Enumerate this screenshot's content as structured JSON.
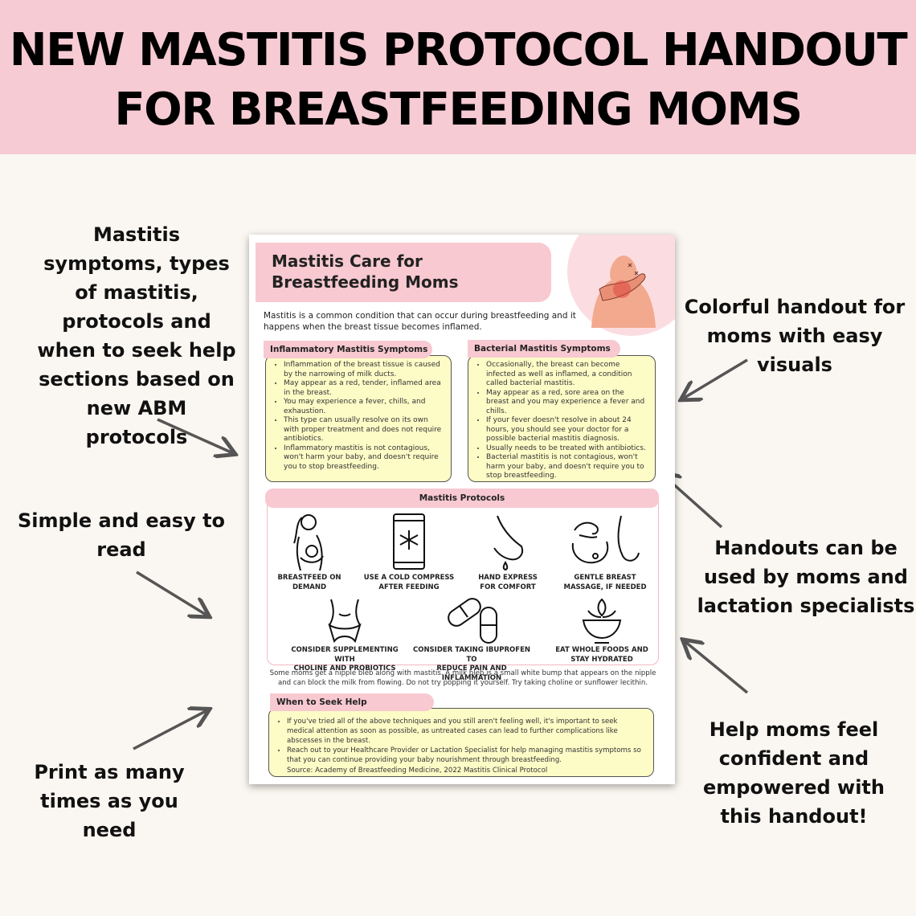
{
  "banner": {
    "line1": "NEW MASTITIS PROTOCOL HANDOUT",
    "line2": "FOR BREASTFEEDING MOMS"
  },
  "callouts": {
    "left_top": "Mastitis\nsymptoms, types\nof mastitis,\nprotocols and\nwhen to seek help\nsections based on\nnew ABM\nprotocols",
    "left_middle": "Simple and easy to\nread",
    "left_bottom": "Print as many\ntimes as you\nneed",
    "right_top": "Colorful handout for\nmoms with easy\nvisuals",
    "right_middle": "Handouts can be\nused by moms and\nlactation specialists",
    "right_bottom": "Help moms feel\nconfident and\nempowered with\nthis handout!"
  },
  "handout": {
    "title_line1": "Mastitis Care for",
    "title_line2": "Breastfeeding Moms",
    "intro": "Mastitis is a common condition that can occur during breastfeeding and it happens when the breast tissue becomes inflamed.",
    "inflammatory": {
      "label": "Inflammatory Mastitis Symptoms",
      "items": [
        "Inflammation of the breast tissue is caused by the narrowing of milk ducts.",
        "May appear as a red, tender, inflamed area in the breast.",
        "You may experience a fever, chills, and exhaustion.",
        "This type can usually resolve on its own with proper treatment and does not require antibiotics.",
        "Inflammatory mastitis is not contagious, won't harm your baby, and doesn't require you to stop breastfeeding."
      ]
    },
    "bacterial": {
      "label": "Bacterial Mastitis Symptoms",
      "items": [
        "Occasionally, the breast can become infected as well as inflamed, a condition called bacterial mastitis.",
        "May appear as a red, sore area on the breast and you may experience a fever and chills.",
        "If your fever doesn't resolve in about 24 hours, you should see your doctor for a possible bacterial mastitis diagnosis.",
        "Usually needs to be treated with antibiotics.",
        "Bacterial mastitis is not contagious, won't harm your baby, and doesn't require you to stop breastfeeding."
      ]
    },
    "protocols": {
      "label": "Mastitis Protocols",
      "items": [
        {
          "caption": "BREASTFEED ON\nDEMAND",
          "icon": "breastfeeding-mother-icon"
        },
        {
          "caption": "USE A COLD COMPRESS\nAFTER FEEDING",
          "icon": "cold-compress-icon"
        },
        {
          "caption": "HAND EXPRESS\nFOR COMFORT",
          "icon": "hand-express-icon"
        },
        {
          "caption": "GENTLE BREAST\nMASSAGE, IF NEEDED",
          "icon": "breast-massage-icon"
        },
        {
          "caption": "CONSIDER SUPPLEMENTING WITH\nCHOLINE AND PROBIOTICS",
          "icon": "gut-icon"
        },
        {
          "caption": "CONSIDER TAKING IBUPROFEN TO\nREDUCE PAIN AND INFLAMMATION",
          "icon": "pills-icon"
        },
        {
          "caption": "EAT WHOLE FOODS AND\nSTAY HYDRATED",
          "icon": "food-bowl-icon"
        }
      ]
    },
    "bleb_note": "Some moms get a nipple bleb along with mastitis. A milk bleb is a small white bump that appears on the nipple and can block the milk from flowing. Do not try popping it yourself. Try taking choline or sunflower lecithin.",
    "seek_help": {
      "label": "When to Seek Help",
      "items": [
        "If you've tried all of the above techniques and you still aren't feeling well, it's important to seek medical attention as soon as possible, as untreated cases can lead to further complications like abscesses in the breast.",
        "Reach out to your Healthcare Provider or Lactation Specialist for help managing mastitis symptoms so that you can continue providing your baby nourishment through breastfeeding."
      ],
      "source": "Source: Academy of Breastfeeding Medicine, 2022 Mastitis Clinical Protocol"
    }
  },
  "colors": {
    "banner_pink": "#f6cbd4",
    "background": "#faf6f1",
    "box_yellow": "#fdfbc6",
    "label_pink": "#f8c9d1"
  }
}
